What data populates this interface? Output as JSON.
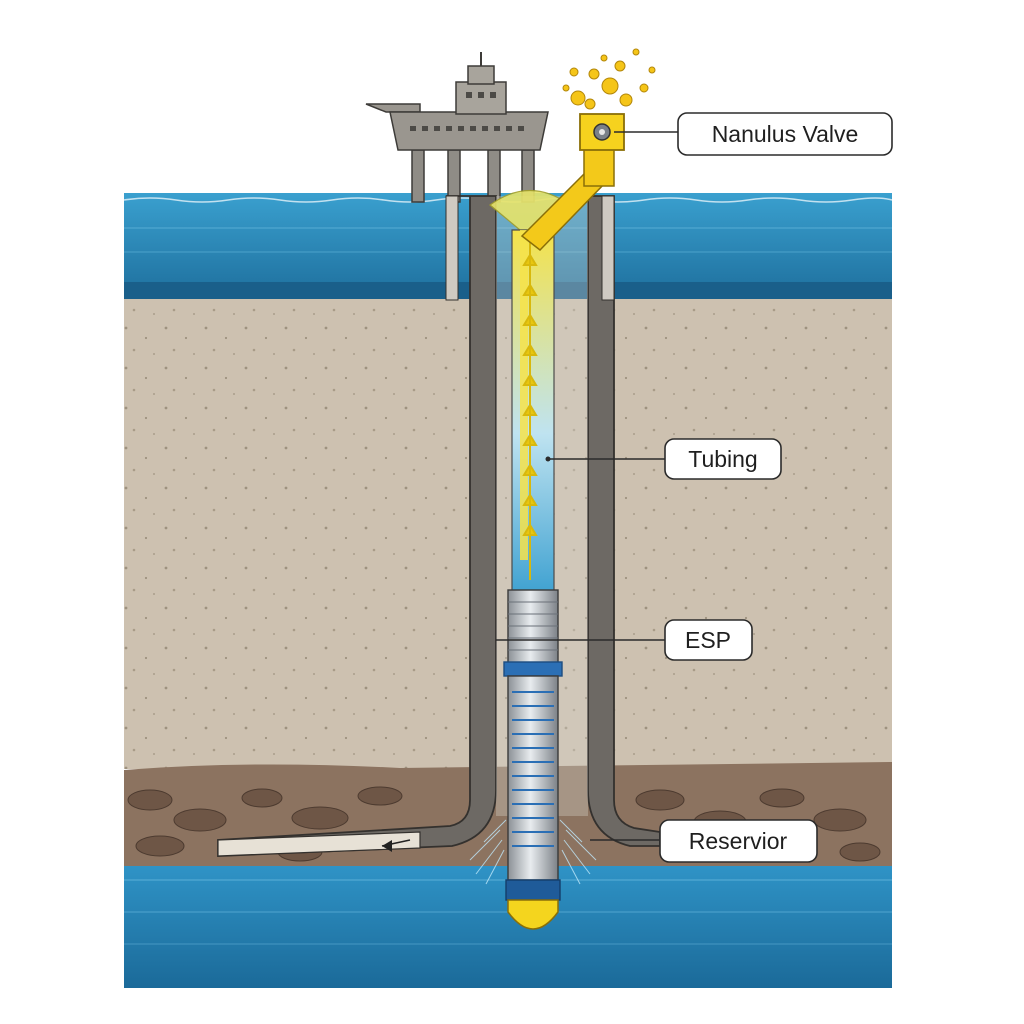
{
  "labels": {
    "valve": "Nanulus Valve",
    "tubing": "Tubing",
    "esp": "ESP",
    "reservoir": "Reservior"
  },
  "colors": {
    "sea": "#2e8fc0",
    "sea_dark": "#1f6f9e",
    "rock": "#cbbfae",
    "reservoir_rock": "#8a6f5a",
    "casing": "#6e6a63",
    "oil": "#f2d21b",
    "esp_blue": "#2b6fb5"
  }
}
